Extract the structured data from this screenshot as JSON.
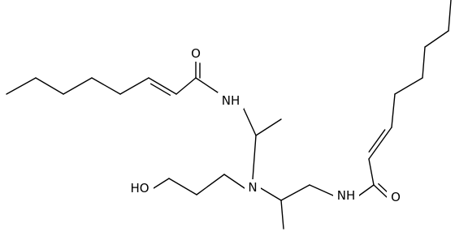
{
  "atoms": {
    "O_top": "O",
    "NH_top": "NH",
    "N_center": "N",
    "HO_left": "HO",
    "NH_bottom": "NH",
    "O_bottom": "O"
  },
  "colors": {
    "stroke": "#000000",
    "background": "#ffffff"
  }
}
